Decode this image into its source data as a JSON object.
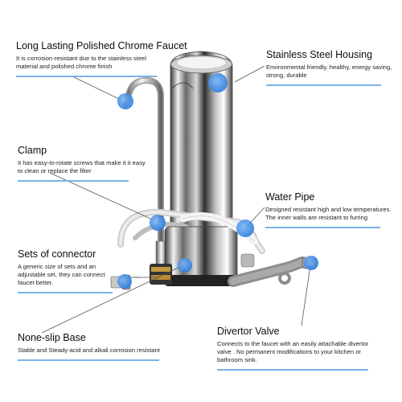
{
  "colors": {
    "accent": "#79b4ea",
    "dot": "#2d7fe0",
    "leader": "#555555"
  },
  "callouts": {
    "faucet": {
      "title": "Long Lasting Polished Chrome Faucet",
      "desc": "It is corrosion-resistant due to the stainless steel material and polished chrome finish"
    },
    "housing": {
      "title": "Stainless Steel Housing",
      "desc": "Environmental friendly, healthy, energy saving, strong, durable"
    },
    "clamp": {
      "title": "Clamp",
      "desc": "It has easy-to-rotate screws that make it it easy to clean or replace the filter"
    },
    "pipe": {
      "title": "Water Pipe",
      "desc": "Designed resistant high and low temperatures. The inner walls are resistant to furring"
    },
    "connector": {
      "title": "Sets of connector",
      "desc": "A generic size of sets and an adjustable set, they can connect faucet better."
    },
    "base": {
      "title": "None-slip Base",
      "desc": "Stable and Steady-acid and alkali corrosion resistant"
    },
    "divertor": {
      "title": "Divertor Valve",
      "desc": "Connects to the faucet with an easily  attachable divertor valve . No permanent modifications to your kitchen or bathroom sink."
    }
  }
}
